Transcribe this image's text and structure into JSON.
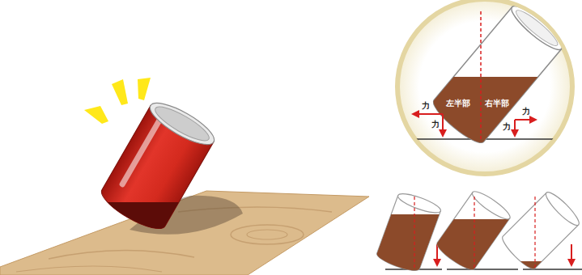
{
  "diagram": {
    "labels": [
      "左半部",
      "右半部",
      "力",
      "力",
      "力",
      "力"
    ]
  }
}
